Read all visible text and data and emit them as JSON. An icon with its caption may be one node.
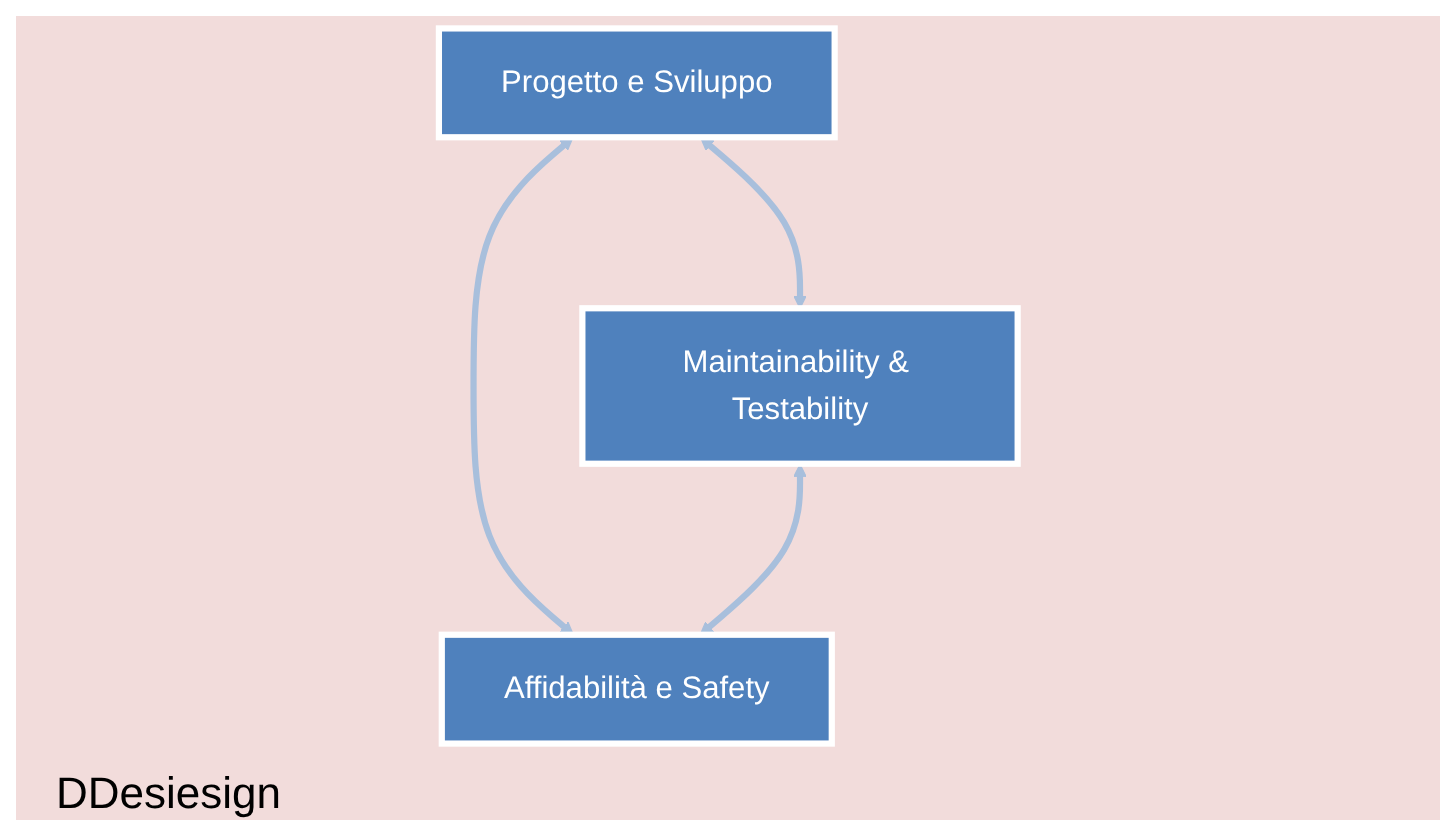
{
  "diagram": {
    "nodes": [
      {
        "text": [
          "Progetto e Sviluppo"
        ]
      },
      {
        "text": [
          "Maintainability & Testability"
        ]
      },
      {
        "text": [
          "Affidabilità e Safety"
        ]
      }
    ],
    "edges": [
      {
        "from": 0,
        "to": 1,
        "arrow": "both"
      },
      {
        "from": 0,
        "to": 2,
        "arrow": "both"
      },
      {
        "from": 1,
        "to": 2,
        "arrow": "both"
      }
    ],
    "labels": [
      "DDesiesign"
    ]
  }
}
